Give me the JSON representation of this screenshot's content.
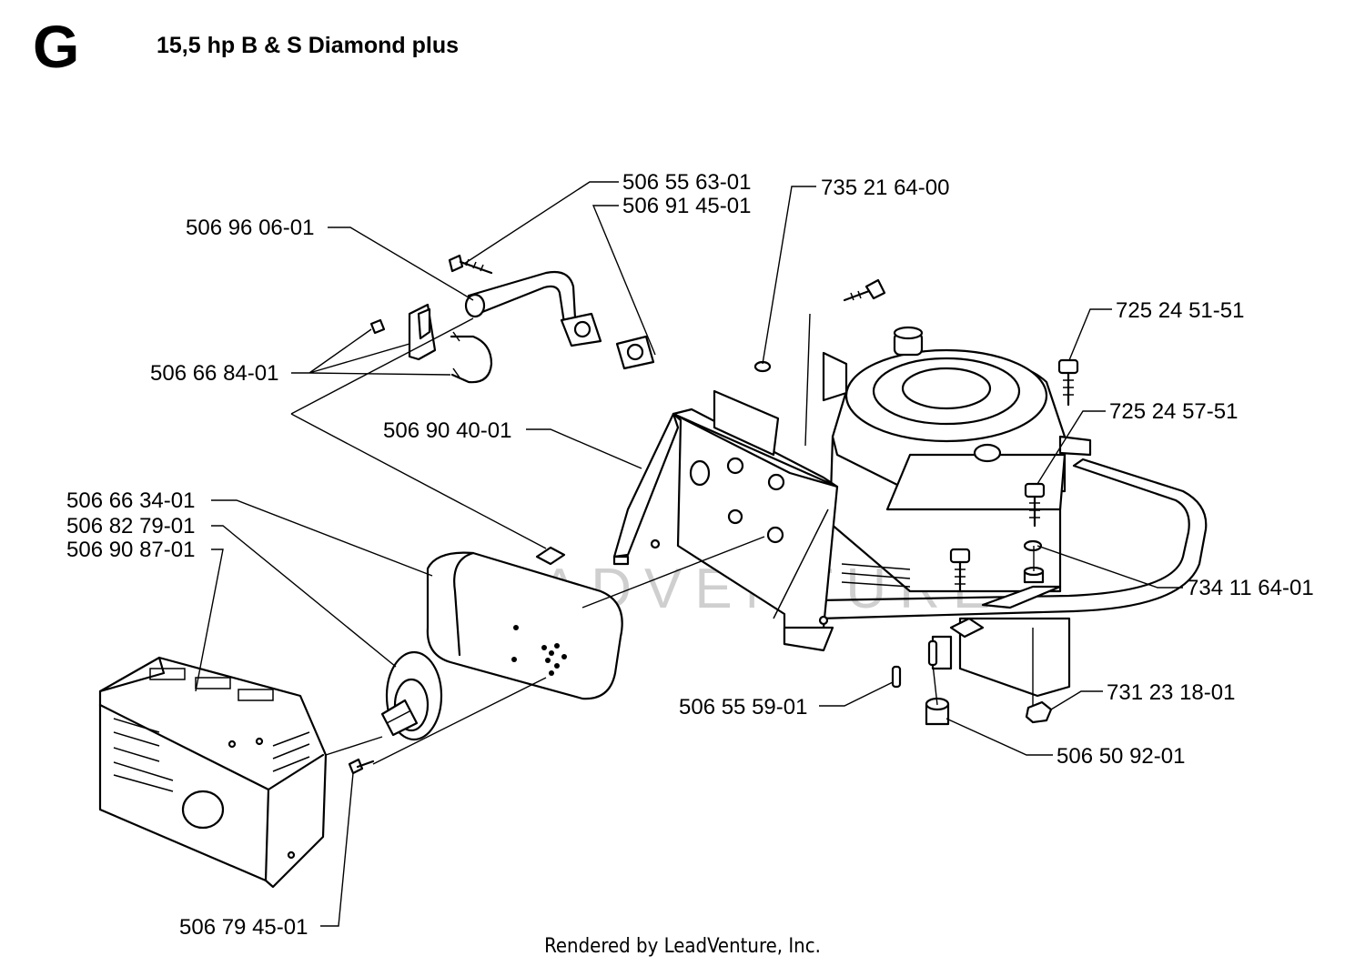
{
  "header": {
    "section_letter": "G",
    "title": "15,5 hp B & S Diamond plus"
  },
  "watermark": "LEADVENTURE",
  "parts": {
    "p506555563": "506 55 63-01",
    "p506914501": "506 91 45-01",
    "p735216400": "735 21 64-00",
    "p506960601": "506 96 06-01",
    "p725245151": "725 24 51-51",
    "p506668401": "506 66 84-01",
    "p725245751": "725 24 57-51",
    "p506904001": "506 90 40-01",
    "p506663401": "506 66 34-01",
    "p506827901": "506 82 79-01",
    "p506908701": "506 90 87-01",
    "p734116401": "734 11 64-01",
    "p731231801": "731 23 18-01",
    "p506555901": "506 55 59-01",
    "p506509201": "506 50 92-01",
    "p506794501": "506 79 45-01"
  },
  "footer": "Rendered by LeadVenture, Inc."
}
